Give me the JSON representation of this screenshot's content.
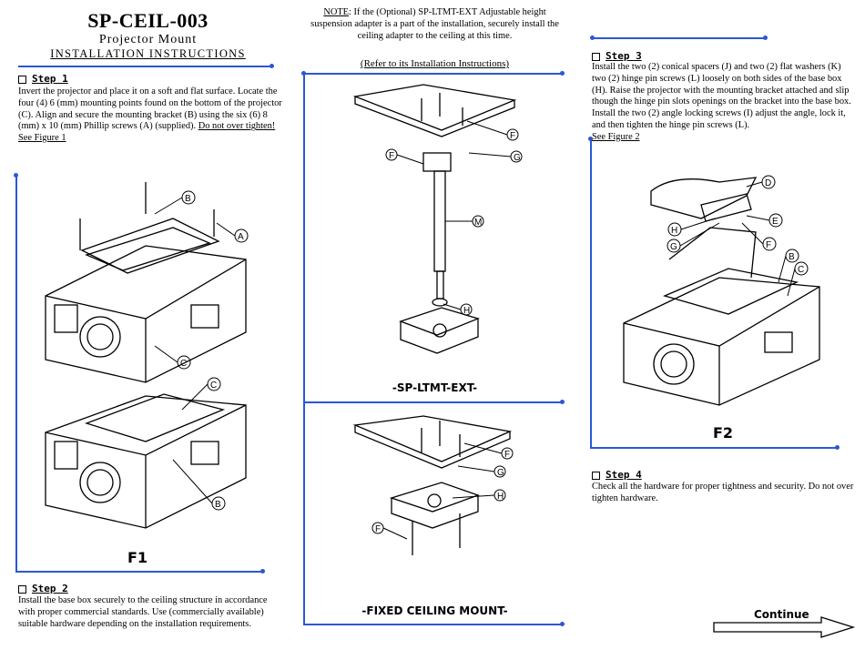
{
  "header": {
    "title": "SP-CEIL-003",
    "subtitle": "Projector Mount",
    "heading": "INSTALLATION INSTRUCTIONS"
  },
  "note": {
    "label": "NOTE",
    "text": ": If the (Optional) SP-LTMT-EXT Adjustable height suspension adapter is a part of the installation, securely install the ceiling adapter to the ceiling at this time.",
    "refer": "(Refer to its Installation Instructions)"
  },
  "steps": {
    "step1": {
      "label": "Step 1",
      "text": "Invert the projector and place it on a soft and flat surface. Locate the four (4) 6 (mm) mounting points found on the bottom of the projector (C). Align and secure the mounting bracket (B) using the six (6) 8 (mm) x 10 (mm) Phillip screws (A) (supplied).",
      "warning": "Do not over tighten!",
      "see": "See Figure 1"
    },
    "step2": {
      "label": "Step 2",
      "text": "Install the base box securely to the ceiling structure in accordance with proper commercial standards. Use (commercially available) suitable hardware depending on the installation requirements."
    },
    "step3": {
      "label": "Step 3",
      "text": "Install the two (2) conical spacers (J) and two (2) flat washers (K) two (2) hinge pin screws (L) loosely on both sides of the base box (H). Raise the projector with the mounting bracket attached and slip though the hinge pin slots openings on the bracket into the base box. Install the two (2) angle locking screws (I) adjust the angle, lock it, and then tighten the hinge pin screws (L).",
      "see": "See Figure 2"
    },
    "step4": {
      "label": "Step 4",
      "text": "Check all the hardware for proper tightness and security. Do not over tighten hardware."
    }
  },
  "figures": {
    "f1": "F1",
    "f2": "F2",
    "ext_caption": "-SP-LTMT-EXT-",
    "fixed_caption": "-FIXED CEILING MOUNT-",
    "callouts": {
      "a": "A",
      "b": "B",
      "c": "C",
      "d": "D",
      "e": "E",
      "f": "F",
      "g": "G",
      "h": "H",
      "m": "M"
    }
  },
  "footer": {
    "continue": "Continue"
  },
  "colors": {
    "rule": "#2b57d6",
    "text": "#000000"
  }
}
